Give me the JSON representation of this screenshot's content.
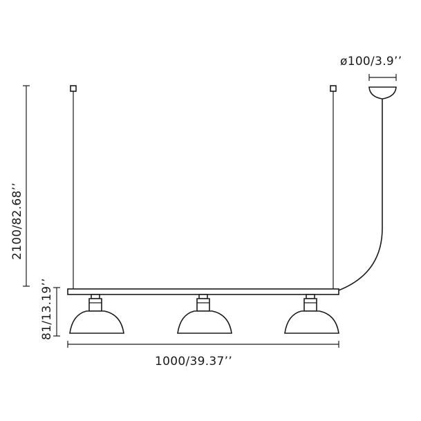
{
  "dimensions": {
    "diameter_canopy": "ø100/3.9’’",
    "total_height": "2100/82.68’’",
    "shade_height": "81/13.19’’",
    "width": "1000/39.37’’"
  }
}
